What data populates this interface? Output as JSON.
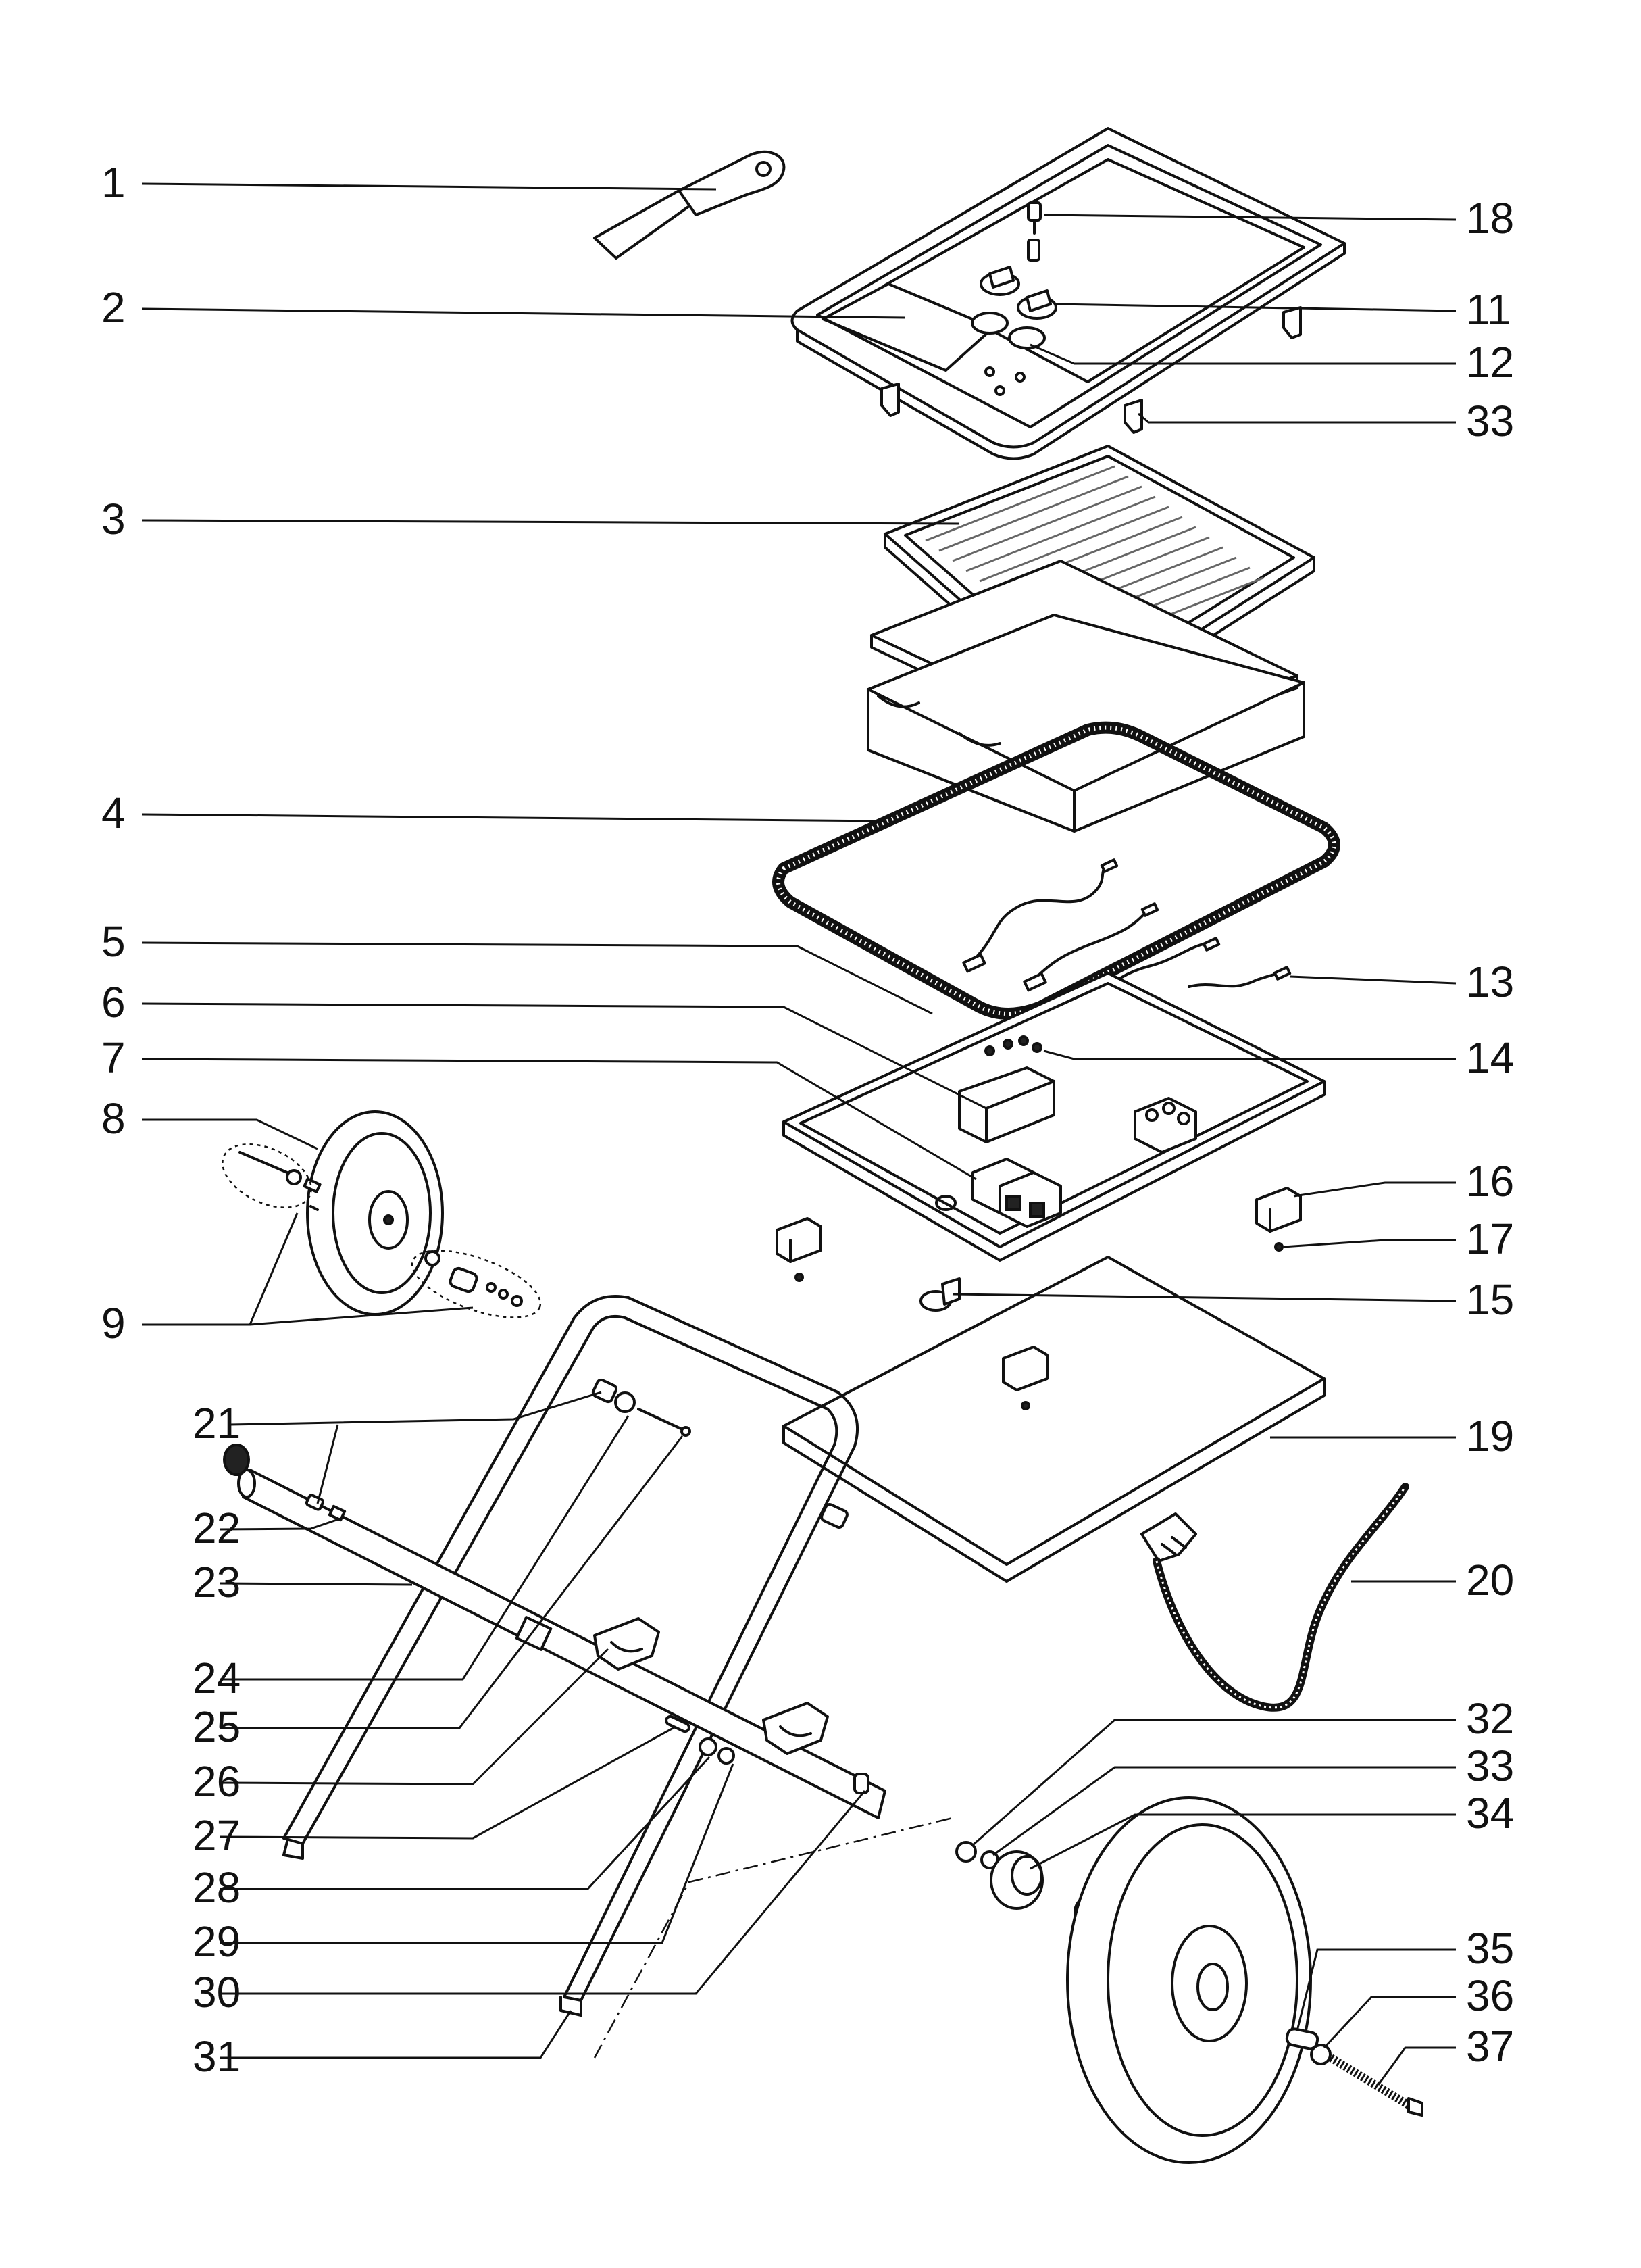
{
  "callouts": {
    "left": [
      "1",
      "2",
      "3",
      "4",
      "5",
      "6",
      "7",
      "8",
      "9",
      "21",
      "22",
      "23",
      "24",
      "25",
      "26",
      "27",
      "28",
      "29",
      "30",
      "31"
    ],
    "right": [
      "18",
      "11",
      "12",
      "33",
      "13",
      "14",
      "16",
      "17",
      "15",
      "19",
      "20",
      "32",
      "33",
      "34",
      "35",
      "36",
      "37"
    ]
  }
}
